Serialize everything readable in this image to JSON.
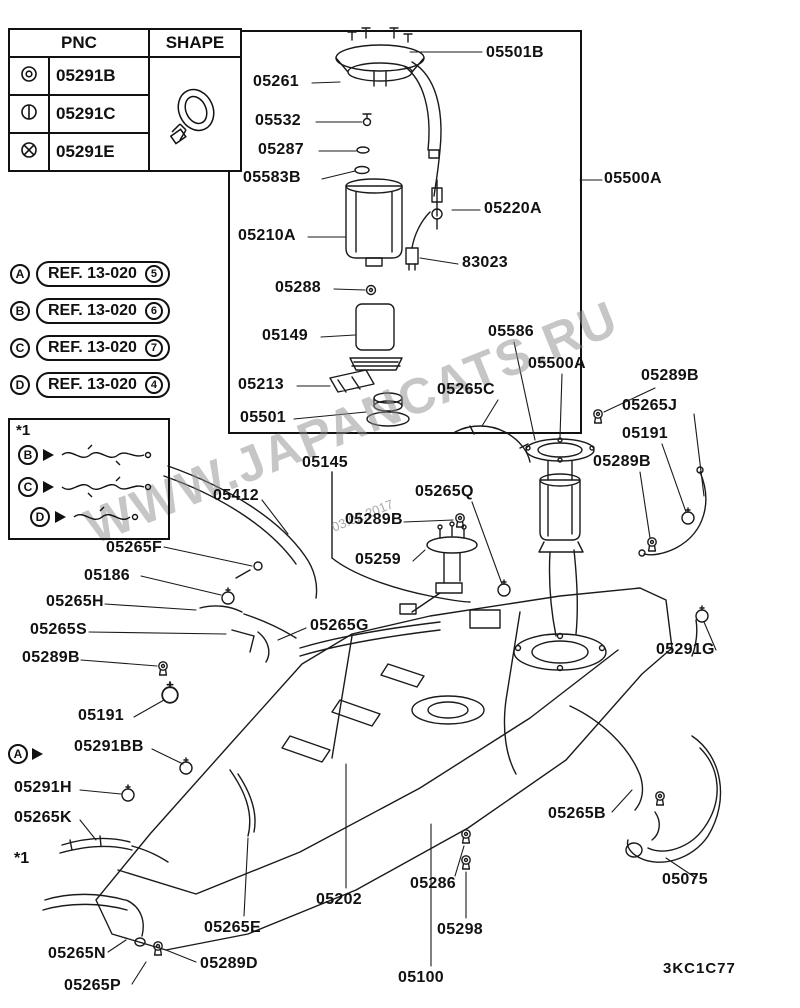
{
  "watermark": {
    "text": "WWW.JAPANCATS.RU",
    "date": "03.02.2017"
  },
  "diagram_code": "3KC1C77",
  "footnote_marker": "*1",
  "pnc_table": {
    "col_pnc": "PNC",
    "col_shape": "SHAPE",
    "rows": [
      {
        "symbol": "double-circle",
        "pnc": "05291B"
      },
      {
        "symbol": "circle-vertical-bar",
        "pnc": "05291C"
      },
      {
        "symbol": "circle-cross",
        "pnc": "05291E"
      }
    ]
  },
  "ref_notes": [
    {
      "letter": "A",
      "text": "REF. 13-020",
      "num": "5"
    },
    {
      "letter": "B",
      "text": "REF. 13-020",
      "num": "6"
    },
    {
      "letter": "C",
      "text": "REF. 13-020",
      "num": "7"
    },
    {
      "letter": "D",
      "text": "REF. 13-020",
      "num": "4"
    }
  ],
  "legend": {
    "note": "*1",
    "rows": [
      {
        "letter": "B"
      },
      {
        "letter": "C"
      },
      {
        "letter": "D"
      }
    ]
  },
  "callout_a": {
    "letter": "A"
  },
  "labels": [
    "05501B",
    "05261",
    "05532",
    "05287",
    "05583B",
    "05210A",
    "05220A",
    "83023",
    "05288",
    "05149",
    "05213",
    "05501",
    "05500A",
    "05586",
    "05500A",
    "05289B",
    "05265J",
    "05191",
    "05289B",
    "05265C",
    "05145",
    "05412",
    "05265Q",
    "05289B",
    "05259",
    "05265F",
    "05186",
    "05265H",
    "05265S",
    "05289B",
    "05265G",
    "05191",
    "05291BB",
    "05291H",
    "05265K",
    "05265N",
    "05265P",
    "05289D",
    "05265E",
    "05202",
    "05286",
    "05298",
    "05100",
    "05265B",
    "05291G",
    "05075"
  ]
}
